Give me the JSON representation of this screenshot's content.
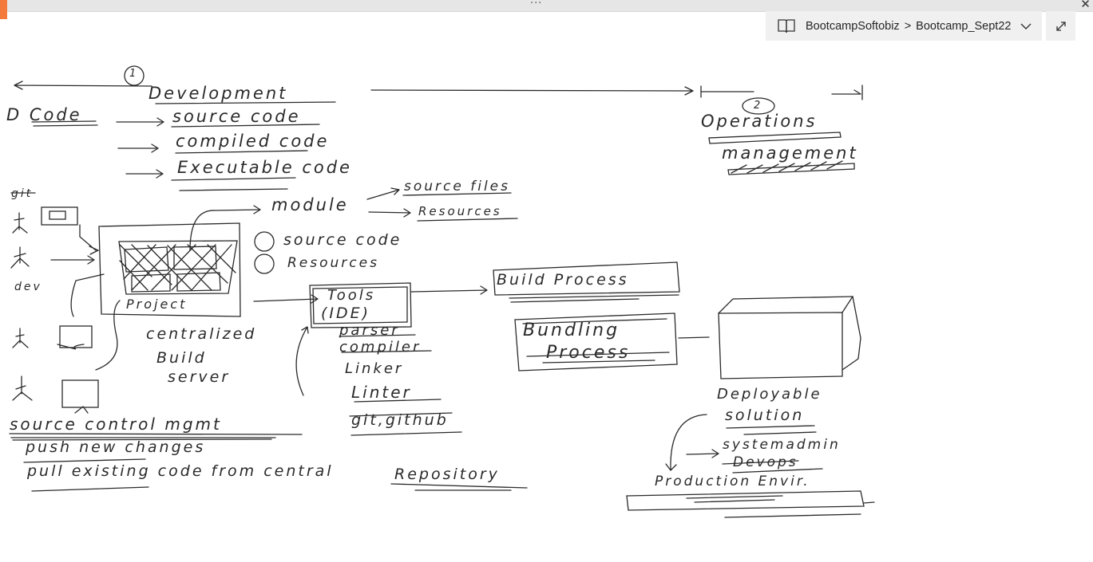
{
  "window": {
    "more_glyph": "···",
    "close_glyph": "✕"
  },
  "breadcrumb": {
    "notebook": "BootcampSoftobiz",
    "separator": ">",
    "section": "Bootcamp_Sept22"
  },
  "icons": {
    "notebook": "book-icon",
    "dropdown": "chevron-down-icon",
    "expand": "expand-diagonal-icon"
  },
  "ink_colors": {
    "stroke": "#2a2a2a",
    "accent_bar": "#f47a3c"
  },
  "sketch": {
    "circle1": "1",
    "circle2": "2",
    "development": "Development",
    "code": "D Code",
    "source_code": "source code",
    "compiled_code": "compiled code",
    "executable_code": "Executable code",
    "operations": "Operations",
    "management": "management",
    "git": "git",
    "dev": "dev",
    "module": "module",
    "source_files": "source files",
    "resources_top": "Resources",
    "item1_source_code": "source code",
    "item2_resources": "Resources",
    "project": "Project",
    "centralized": "centralized",
    "build": "Build",
    "server": "server",
    "tools": "Tools",
    "ide": "(IDE)",
    "parser": "parser",
    "compiler": "compiler",
    "linker": "Linker",
    "linter": "Linter",
    "git_github": "git,github",
    "build_process": "Build Process",
    "bundling": "Bundling",
    "process": "Process",
    "deployable": "Deployable",
    "solution": "solution",
    "systemadmin": "systemadmin",
    "devops": "Devops",
    "production_env": "Production Envir.",
    "scm": "source control mgmt",
    "push": "push new changes",
    "pull": "pull existing code from central",
    "repository": "Repository"
  }
}
